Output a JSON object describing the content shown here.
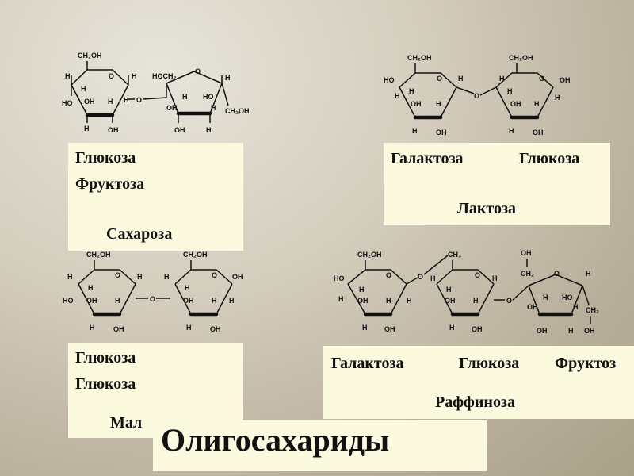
{
  "slide_title": "Олигосахариды",
  "sucrose": {
    "line1": "Глюкоза",
    "line2": "Фруктоза",
    "name": "Сахароза"
  },
  "lactose": {
    "left": "Галактоза",
    "right": "Глюкоза",
    "name": "Лактоза"
  },
  "maltose": {
    "line1": "Глюкоза",
    "line2": "Глюкоза",
    "name": "Мал"
  },
  "raffinose": {
    "a": "Галактоза",
    "b": "Глюкоза",
    "c": "Фруктоз",
    "name": "Раффиноза"
  },
  "labels": {
    "ch2oh": "CH₂OH",
    "hoch2": "HOCH₂",
    "ch3": "CH₃",
    "ch2": "CH₂",
    "oh": "OH",
    "ho": "HO",
    "h": "H",
    "o": "O"
  }
}
